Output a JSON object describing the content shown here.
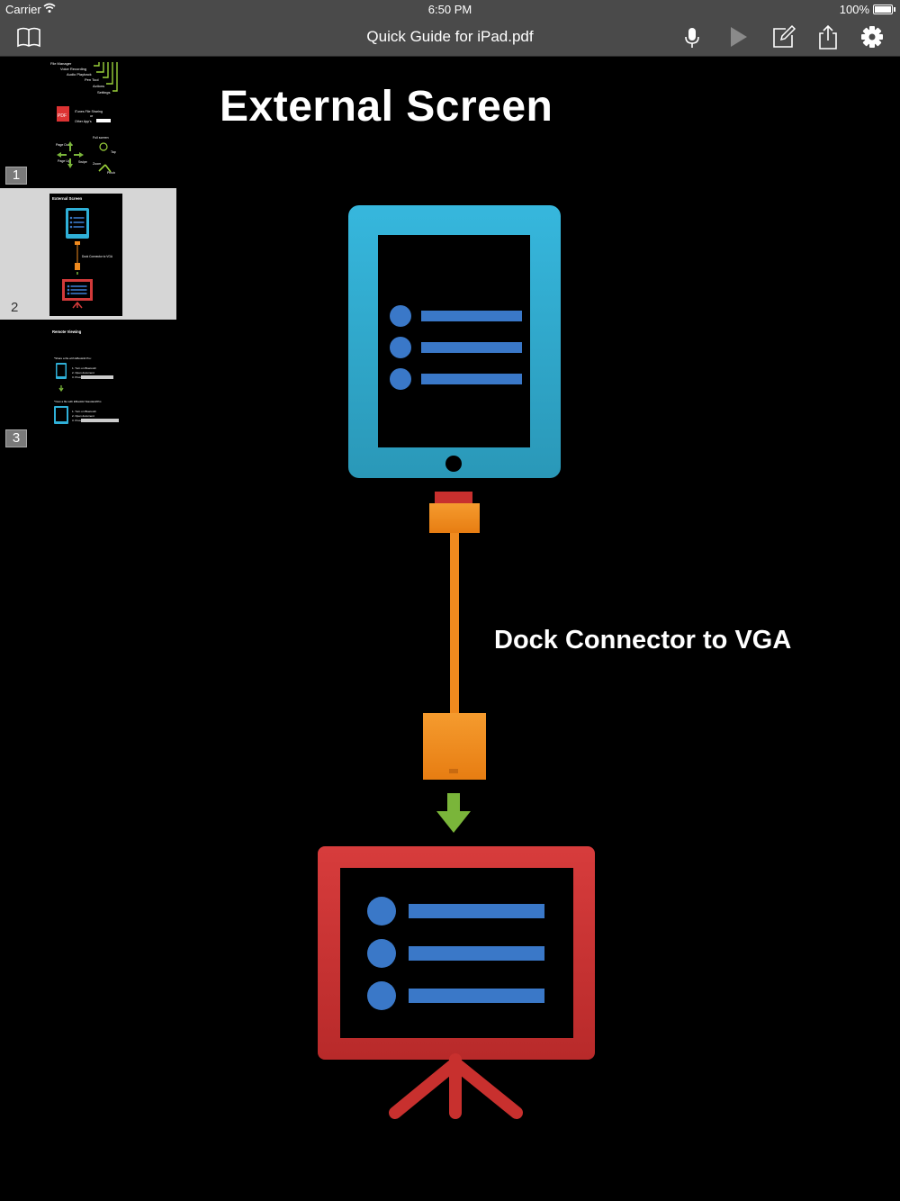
{
  "status_bar": {
    "carrier": "Carrier",
    "time": "6:50 PM",
    "battery": "100%"
  },
  "toolbar": {
    "title": "Quick Guide for iPad.pdf",
    "buttons": [
      "bookmarks",
      "microphone",
      "play",
      "annotate",
      "share",
      "settings"
    ]
  },
  "sidebar": {
    "thumbnails": [
      {
        "page": "1",
        "texts": [
          "File Manager",
          "Voice Recording",
          "Audio Playback",
          "Pen Tool",
          "Actions",
          "Settings",
          "iTunes File Sharing",
          "or",
          "Other App's",
          "Full screen",
          "Tap",
          "Page Down",
          "Swipe",
          "Page Up",
          "Zoom",
          "Pinch",
          "PDF"
        ]
      },
      {
        "page": "2",
        "selected": true,
        "texts": [
          "External Screen",
          "Dock Connector to VGA"
        ]
      },
      {
        "page": "3",
        "texts": [
          "Remote Viewing",
          "*Share a file with EBookit2 Pro:",
          "1. Turn on Bluetooth",
          "2. Open document",
          "3. Press",
          "*View a file with EBookit2 Standard/Pro:",
          "1. Turn on Bluetooth",
          "2. Open document",
          "3. Press"
        ]
      }
    ]
  },
  "slide": {
    "title": "External Screen",
    "connector_label": "Dock Connector to VGA"
  },
  "colors": {
    "toolbar_bg": "#4a4a4a",
    "ipad_blue": "#2fb0d8",
    "connector_orange": "#f08a1e",
    "projector_red": "#d23a3a",
    "arrow_green": "#7ab53a",
    "list_blue": "#3a78c8"
  }
}
